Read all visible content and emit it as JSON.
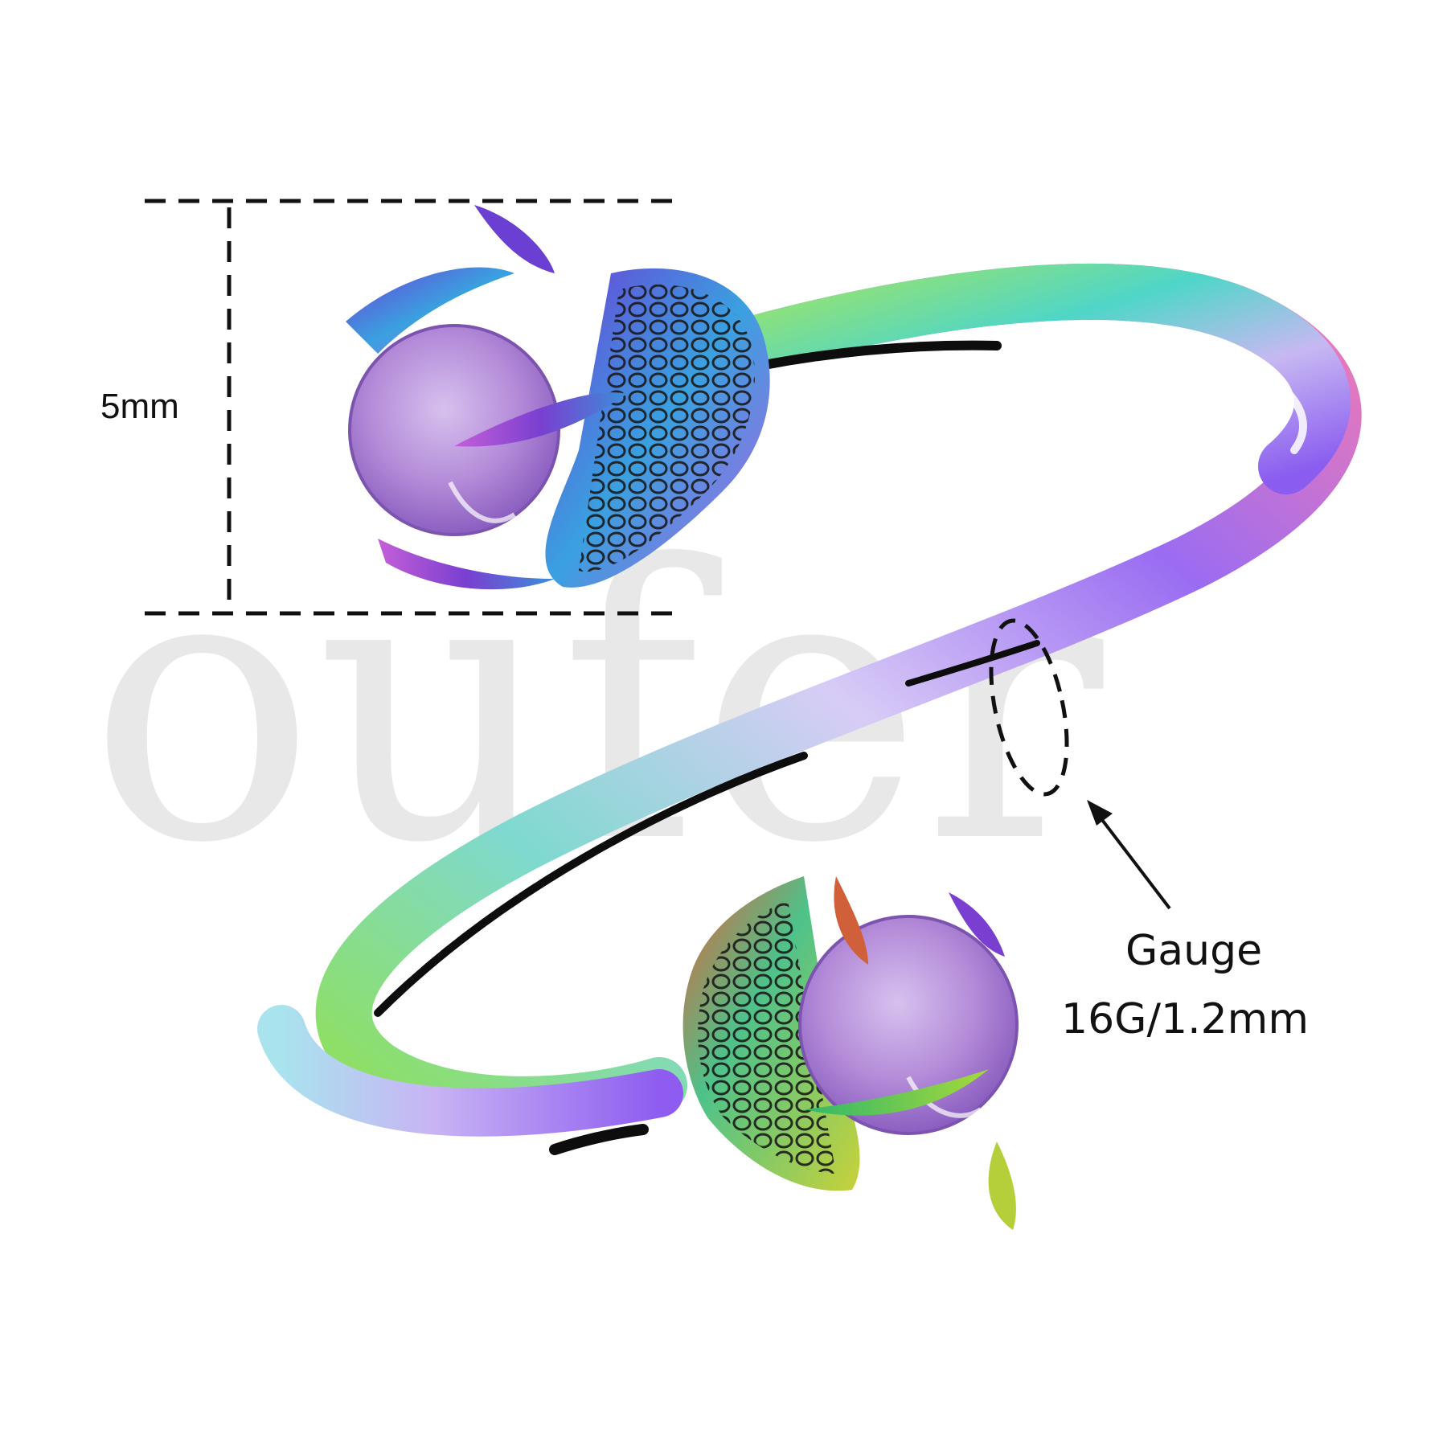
{
  "watermark": {
    "text": "oufer"
  },
  "dimension": {
    "label": "5mm"
  },
  "gauge": {
    "title": "Gauge",
    "value": "16G/1.2mm"
  },
  "colors": {
    "purple": "#8a5cf0",
    "violet": "#b07cf2",
    "teal": "#3ad6c6",
    "green": "#8fe05a",
    "pink": "#f27ab4",
    "lavender": "#c9b8f0",
    "gem": "#b48fd8",
    "line": "#111111",
    "watermark": "#e8e8e8"
  }
}
